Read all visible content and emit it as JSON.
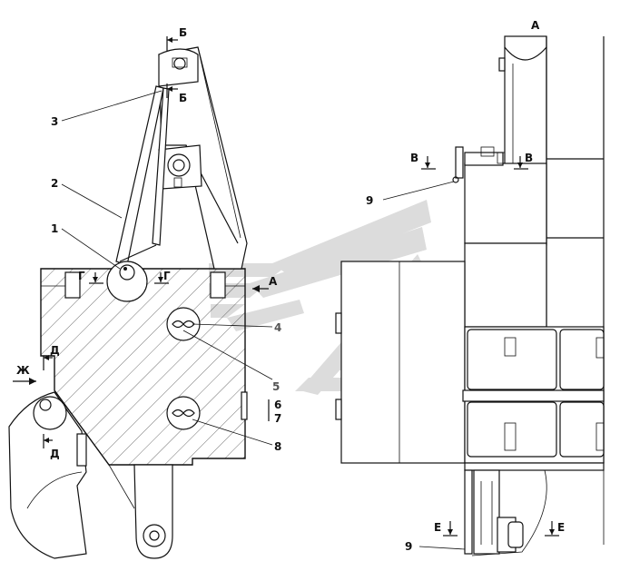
{
  "view_labels": {
    "view_a": "А",
    "arrow_a": "А",
    "section_b_top": "Б",
    "section_b_bottom": "Б",
    "section_v_left": "В",
    "section_v_right": "В",
    "section_g_left": "Г",
    "section_g_right": "Г",
    "section_d_top": "Д",
    "section_d_bottom": "Д",
    "section_e_left": "Е",
    "section_e_right": "Е",
    "arrow_zh": "Ж"
  },
  "callouts": {
    "c1": "1",
    "c2": "2",
    "c3": "3",
    "c4": "4",
    "c5": "5",
    "c6": "6",
    "c7": "7",
    "c8": "8",
    "c9_top": "9",
    "c9_bottom": "9"
  },
  "colors": {
    "line": "#111111",
    "watermark": "#dcdcdc"
  }
}
